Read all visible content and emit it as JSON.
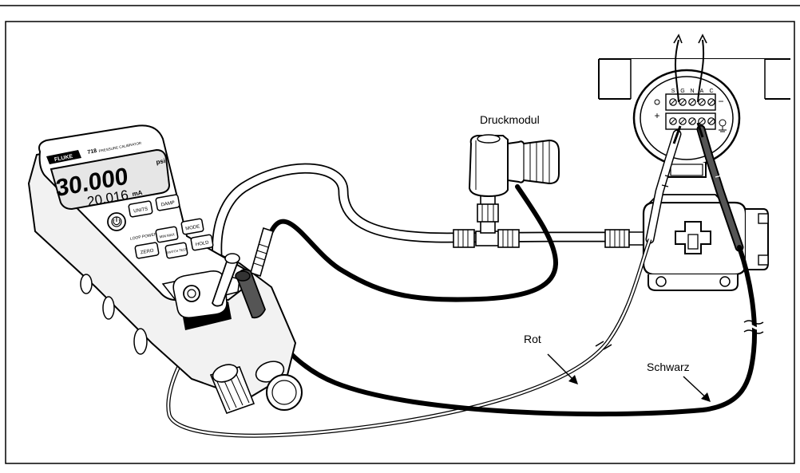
{
  "labels": {
    "pressure_module": "Druckmodul",
    "red_lead": "Rot",
    "black_lead": "Schwarz"
  },
  "calibrator": {
    "brand": "FLUKE",
    "model": "718",
    "model_caption": "PRESSURE CALIBRATOR",
    "display_primary": "30.000",
    "display_primary_unit": "psi",
    "display_secondary": "20.016",
    "display_secondary_unit": "mA",
    "buttons": {
      "units": "UNITS",
      "damp": "DAMP",
      "zero": "ZERO",
      "mode": "MODE",
      "min_max": "MIN MAX",
      "hold": "HOLD",
      "switch_test": "SWITCH TEST",
      "loop_power": "LOOP POWER"
    }
  },
  "transmitter": {
    "terminal_labels": [
      "S",
      "G",
      "N",
      "A",
      "C"
    ],
    "plus_sign": "+",
    "minus_sign": "−"
  },
  "colors": {
    "ink": "#000000",
    "background": "#ffffff",
    "screen": "#e6e6e6",
    "body_shade": "#f2f2f2"
  }
}
